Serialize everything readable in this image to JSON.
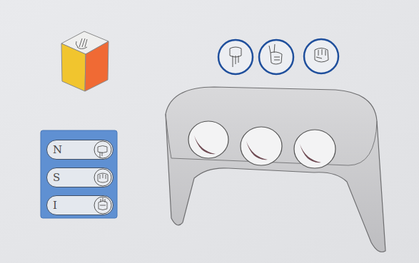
{
  "diagram": {
    "nodes": [
      {
        "text": [
          "N"
        ]
      },
      {
        "text": [
          "S"
        ]
      },
      {
        "text": [
          "I"
        ]
      }
    ]
  }
}
